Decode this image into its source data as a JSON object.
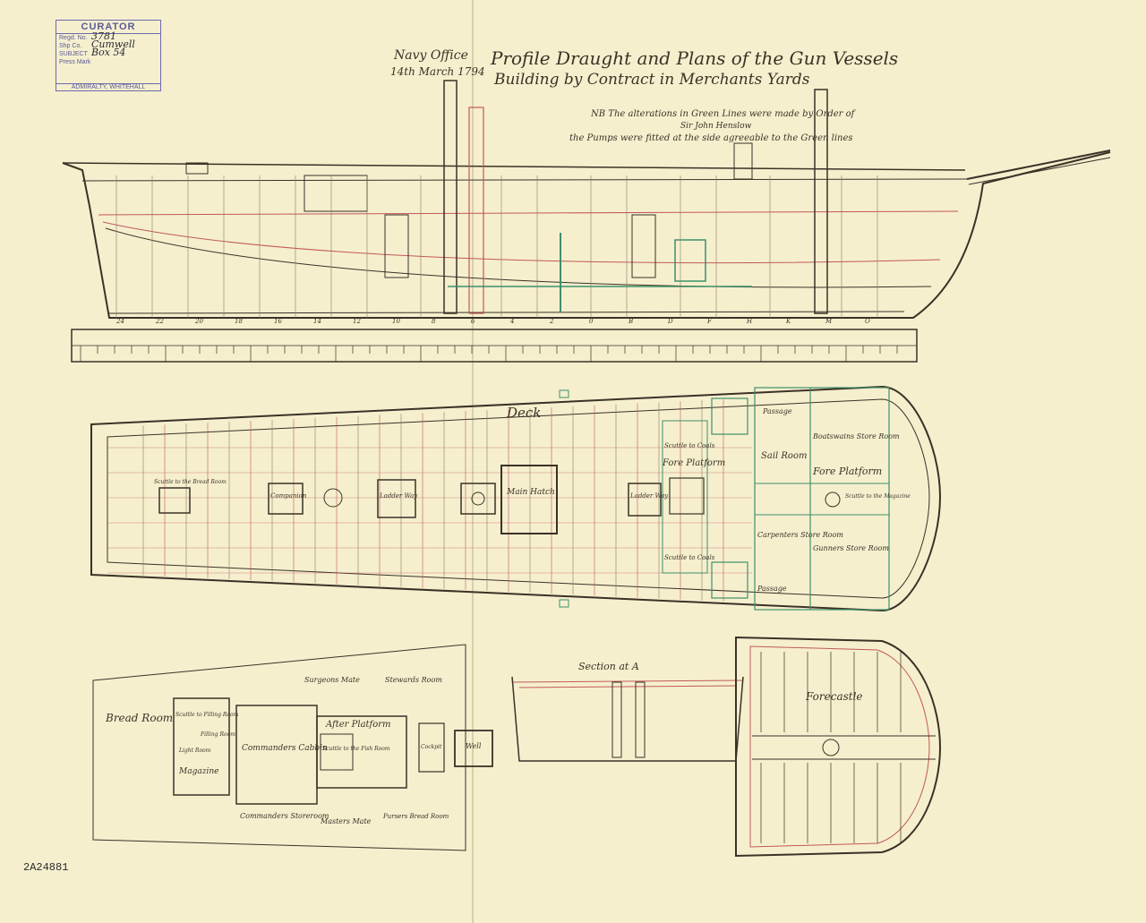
{
  "stamp": {
    "title": "CURATOR",
    "rows": [
      {
        "label": "Regd. No.",
        "value": "3781"
      },
      {
        "label": "Shp Co.",
        "value": "Cumwell"
      },
      {
        "label": "SUBJECT",
        "value": "Box 54"
      },
      {
        "label": "Press Mark",
        "value": ""
      }
    ],
    "footer": "ADMIRALTY, WHITEHALL"
  },
  "header": {
    "office": "Navy Office",
    "date": "14th March 1794",
    "title_line1": "Profile Draught and Plans of the Gun Vessels",
    "title_line2": "Building by Contract in Merchants Yards",
    "note_line1": "NB The alterations in Green Lines were made by Order of",
    "note_line2": "Sir John Henslow",
    "note_line3": "the Pumps were fitted at the side agreeable to the Green lines"
  },
  "deck_labels": {
    "deck": "Deck",
    "main_hatch": "Main Hatch",
    "companion": "Companion",
    "ladder_way_aft": "Ladder Way",
    "ladder_way_fore": "Ladder Way",
    "scuttle_bread": "Scuttle to the Bread Room",
    "scuttle_coals_top": "Scuttle to Coals",
    "scuttle_coals_bottom": "Scuttle to Coals",
    "fore_platform_left": "Fore Platform",
    "fore_platform_right": "Fore Platform",
    "sail_room": "Sail Room",
    "boatswain": "Boatswains Store Room",
    "carpenters": "Carpenters Store Room",
    "gunners": "Gunners Store Room",
    "passage_top": "Passage",
    "passage_bottom": "Passage",
    "scuttle_magazine": "Scuttle to the Magazine"
  },
  "platform_labels": {
    "bread_room": "Bread Room",
    "magazine": "Magazine",
    "filling_room": "Filling Room",
    "scuttle_filling": "Scuttle to Filling Room",
    "lobby": "Light Room",
    "commanders_cabin": "Commanders Cabbin",
    "after_platform": "After Platform",
    "scuttle_fish": "Scuttle to the Fish Room",
    "surgeons_mate": "Surgeons Mate",
    "steward_room": "Stewards Room",
    "commanders_storeroom": "Commanders Storeroom",
    "masters_mate": "Masters Mate",
    "purser": "Pursers Bread Room",
    "cockpit": "Cockpit",
    "well": "Well",
    "section": "Section at A",
    "forecastle": "Forecastle"
  },
  "profile_marks": [
    "24",
    "22",
    "20",
    "18",
    "16",
    "14",
    "12",
    "10",
    "8",
    "6",
    "4",
    "2",
    "0",
    "B",
    "D",
    "F",
    "H",
    "K",
    "M",
    "O"
  ],
  "catalog_number": "2A24881",
  "colors": {
    "paper": "#f5efce",
    "ink": "#3a3226",
    "red": "#c2585a",
    "green": "#3f8f6a",
    "stamp": "#6b6aa8"
  }
}
